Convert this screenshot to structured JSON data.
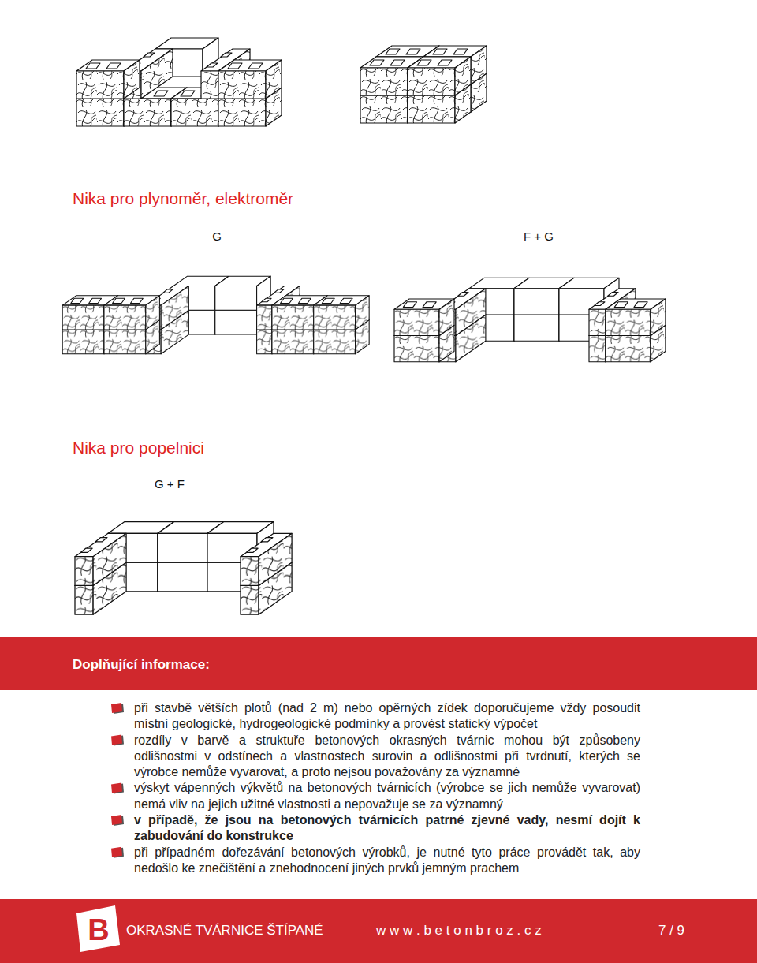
{
  "diagram": {
    "nodes": [
      {
        "text": [
          "Doplňující informace:"
        ]
      },
      {
        "text": [
          "OKRASNÉ TVÁRNICE ŠTÍPANÉ",
          "w w w . b e t o n b r o z . c z",
          "7 / 9"
        ]
      }
    ],
    "labels": [
      "Nika pro plynoměr, elektroměr",
      "G",
      "F + G",
      "Nika pro popelnici",
      "G + F",
      "při stavbě větších plotů (nad 2 m) nebo opěrných zídek doporučujeme vždy posoudit místní geologické, hydrogeologické podmínky a provést statický výpočet",
      "rozdíly v barvě a struktuře betonových okrasných tvárnic mohou být způsobeny odlišnostmi v odstínech a vlastnostech surovin a odlišnostmi při tvrdnutí, kterých se výrobce nemůže vyvarovat, a proto nejsou považovány za významné",
      "výskyt vápenných výkvětů na betonových tvárnicích (výrobce se jich nemůže vyvarovat) nemá vliv na jejich užitné vlastnosti a nepovažuje se za významný",
      "v případě, že jsou na betonových tvárnicích patrné zjevné vady, nesmí dojít k zabudování do konstrukce",
      "při případném dořezávání betonových výrobků, je nutné tyto práce provádět tak, aby nedošlo ke znečištění a znehodnocení jiných prvků jemným prachem",
      "B"
    ]
  }
}
